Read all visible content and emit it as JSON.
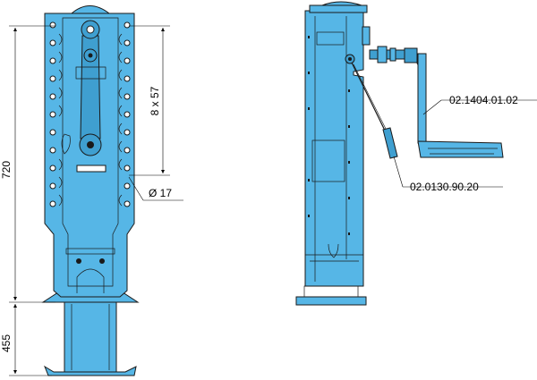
{
  "colors": {
    "jack_fill": "#56b6e6",
    "jack_dark": "#3f9fd0",
    "outline": "#1a1a1a",
    "background": "#ffffff"
  },
  "dimensions": {
    "total_height": "720",
    "lower_height": "455",
    "hole_spacing": "8 x 57",
    "hole_diameter": "Ø 17"
  },
  "callouts": {
    "crank_part_number": "02.1404.01.02",
    "cable_part_number": "02.0130.90.20"
  }
}
